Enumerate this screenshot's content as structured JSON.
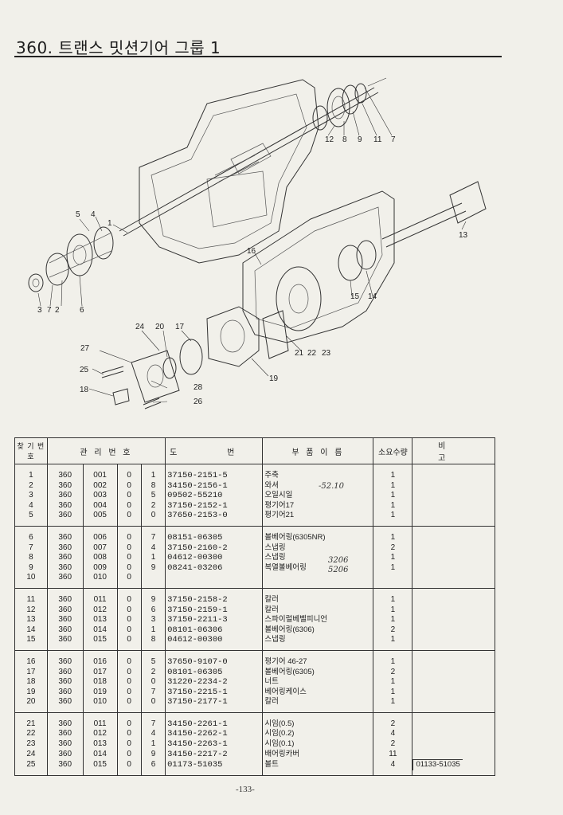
{
  "header": {
    "title": "360. 트랜스 밋션기어 그룹 1"
  },
  "diagram": {
    "callouts": [
      "1",
      "2",
      "3",
      "4",
      "5",
      "6",
      "7",
      "8",
      "9",
      "11",
      "7",
      "12",
      "13",
      "14",
      "15",
      "16",
      "17",
      "18",
      "19",
      "20",
      "21",
      "22",
      "23",
      "24",
      "25",
      "26",
      "27",
      "28",
      "3",
      "7",
      "2",
      "6"
    ]
  },
  "table": {
    "headers": {
      "no": "찾 기 번 호",
      "mgmt": "관 리 번 호",
      "part": "도 번",
      "name": "부 품 이 름",
      "qty": "소요수량",
      "remark": "비 고"
    },
    "groups": [
      [
        {
          "no": "1",
          "g": "360",
          "s": "001",
          "z": "0",
          "c": "1",
          "part": "37150-2151-5",
          "name": "주축",
          "qty": "1",
          "remark": ""
        },
        {
          "no": "2",
          "g": "360",
          "s": "002",
          "z": "0",
          "c": "8",
          "part": "34150-2156-1",
          "name": "와셔",
          "qty": "1",
          "remark": ""
        },
        {
          "no": "3",
          "g": "360",
          "s": "003",
          "z": "0",
          "c": "5",
          "part": "09502-55210",
          "name": "오일시일",
          "qty": "1",
          "remark": ""
        },
        {
          "no": "4",
          "g": "360",
          "s": "004",
          "z": "0",
          "c": "2",
          "part": "37150-2152-1",
          "name": "평기어17",
          "qty": "1",
          "remark": ""
        },
        {
          "no": "5",
          "g": "360",
          "s": "005",
          "z": "0",
          "c": "0",
          "part": "37650-2153-0",
          "name": "평기어21",
          "qty": "1",
          "remark": ""
        }
      ],
      [
        {
          "no": "6",
          "g": "360",
          "s": "006",
          "z": "0",
          "c": "7",
          "part": "08151-06305",
          "name": "볼베어링(6305NR)",
          "qty": "1",
          "remark": ""
        },
        {
          "no": "7",
          "g": "360",
          "s": "007",
          "z": "0",
          "c": "4",
          "part": "37150-2160-2",
          "name": "스냅링",
          "qty": "2",
          "remark": ""
        },
        {
          "no": "8",
          "g": "360",
          "s": "008",
          "z": "0",
          "c": "1",
          "part": "04612-00300",
          "name": "스냅링",
          "qty": "1",
          "remark": ""
        },
        {
          "no": "9",
          "g": "360",
          "s": "009",
          "z": "0",
          "c": "9",
          "part": "08241-03206",
          "name": "복열볼베어링",
          "qty": "1",
          "remark": ""
        },
        {
          "no": "10",
          "g": "360",
          "s": "010",
          "z": "0",
          "c": "",
          "part": "",
          "name": "",
          "qty": "",
          "remark": ""
        }
      ],
      [
        {
          "no": "11",
          "g": "360",
          "s": "011",
          "z": "0",
          "c": "9",
          "part": "37150-2158-2",
          "name": "칼러",
          "qty": "1",
          "remark": ""
        },
        {
          "no": "12",
          "g": "360",
          "s": "012",
          "z": "0",
          "c": "6",
          "part": "37150-2159-1",
          "name": "칼러",
          "qty": "1",
          "remark": ""
        },
        {
          "no": "13",
          "g": "360",
          "s": "013",
          "z": "0",
          "c": "3",
          "part": "37150-2211-3",
          "name": "스파이럴베벨피니언",
          "qty": "1",
          "remark": ""
        },
        {
          "no": "14",
          "g": "360",
          "s": "014",
          "z": "0",
          "c": "1",
          "part": "08101-06306",
          "name": "볼베어링(6306)",
          "qty": "2",
          "remark": ""
        },
        {
          "no": "15",
          "g": "360",
          "s": "015",
          "z": "0",
          "c": "8",
          "part": "04612-00300",
          "name": "스냅링",
          "qty": "1",
          "remark": ""
        }
      ],
      [
        {
          "no": "16",
          "g": "360",
          "s": "016",
          "z": "0",
          "c": "5",
          "part": "37650-9107-0",
          "name": "평기어 46-27",
          "qty": "1",
          "remark": ""
        },
        {
          "no": "17",
          "g": "360",
          "s": "017",
          "z": "0",
          "c": "2",
          "part": "08101-06305",
          "name": "볼베어링(6305)",
          "qty": "2",
          "remark": ""
        },
        {
          "no": "18",
          "g": "360",
          "s": "018",
          "z": "0",
          "c": "0",
          "part": "31220-2234-2",
          "name": "너트",
          "qty": "1",
          "remark": ""
        },
        {
          "no": "19",
          "g": "360",
          "s": "019",
          "z": "0",
          "c": "7",
          "part": "37150-2215-1",
          "name": "베어링케이스",
          "qty": "1",
          "remark": ""
        },
        {
          "no": "20",
          "g": "360",
          "s": "010",
          "z": "0",
          "c": "0",
          "part": "37150-2177-1",
          "name": "칼러",
          "qty": "1",
          "remark": ""
        }
      ],
      [
        {
          "no": "21",
          "g": "360",
          "s": "011",
          "z": "0",
          "c": "7",
          "part": "34150-2261-1",
          "name": "시임(0.5)",
          "qty": "2",
          "remark": ""
        },
        {
          "no": "22",
          "g": "360",
          "s": "012",
          "z": "0",
          "c": "4",
          "part": "34150-2262-1",
          "name": "시임(0.2)",
          "qty": "4",
          "remark": ""
        },
        {
          "no": "23",
          "g": "360",
          "s": "013",
          "z": "0",
          "c": "1",
          "part": "34150-2263-1",
          "name": "시임(0.1)",
          "qty": "2",
          "remark": ""
        },
        {
          "no": "24",
          "g": "360",
          "s": "014",
          "z": "0",
          "c": "9",
          "part": "34150-2217-2",
          "name": "배어링카버",
          "qty": "11",
          "remark": ""
        },
        {
          "no": "25",
          "g": "360",
          "s": "015",
          "z": "0",
          "c": "6",
          "part": "01173-51035",
          "name": "볼트",
          "qty": "4",
          "remark": "01133-51035"
        }
      ]
    ]
  },
  "handwritten": {
    "note1": "-52.10",
    "note2": "3206",
    "note3": "5206"
  },
  "footer": {
    "page": "-133-"
  }
}
